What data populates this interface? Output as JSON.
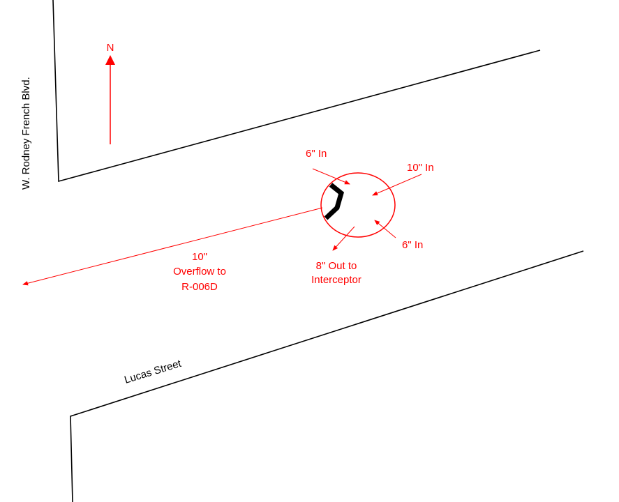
{
  "streets": {
    "west": "W. Rodney French Blvd.",
    "south": "Lucas Street"
  },
  "north_label": "N",
  "pipes": {
    "inlet_nw": "6\" In",
    "inlet_ne": "10\" In",
    "inlet_se": "6\" In",
    "outlet": [
      "8\" Out to",
      "Interceptor"
    ],
    "overflow": [
      "10\"",
      "Overflow to",
      "R-006D"
    ]
  },
  "colors": {
    "annotation": "#ff0000",
    "street_lines": "#000000",
    "weir": "#000000"
  }
}
